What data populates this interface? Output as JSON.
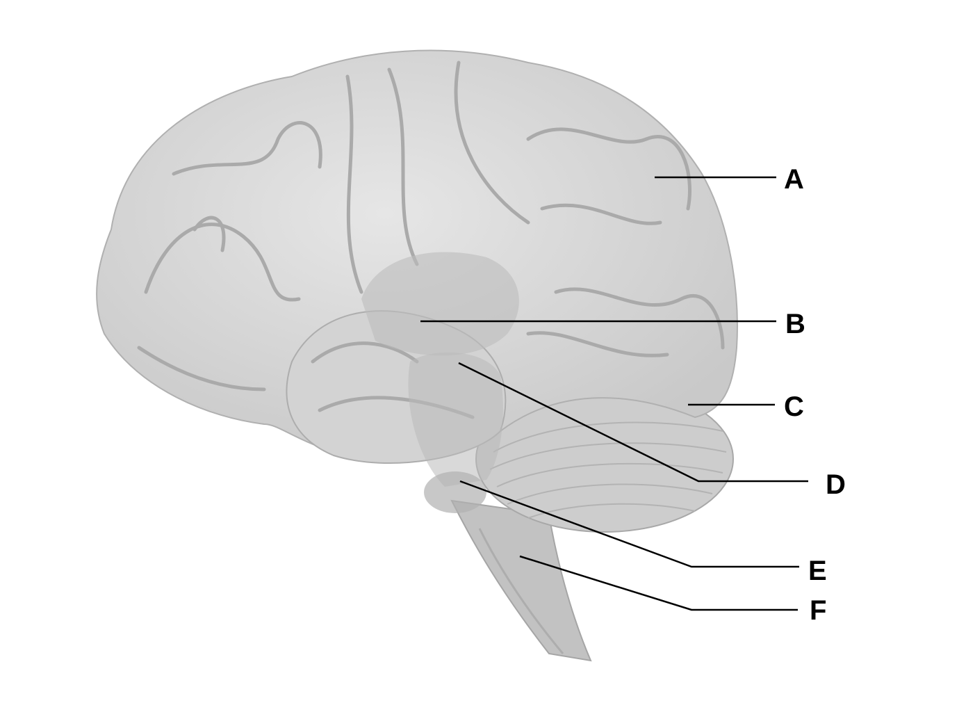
{
  "diagram": {
    "subject": "brain-lateral-view",
    "colors": {
      "brain": "#d9d9d9",
      "shadow": "#b5b5b5",
      "gyrus_line": "#a8a8a8",
      "inner": "#c4c4c4",
      "leader": "#000000"
    },
    "labels": [
      {
        "id": "A",
        "text": "A"
      },
      {
        "id": "B",
        "text": "B"
      },
      {
        "id": "C",
        "text": "C"
      },
      {
        "id": "D",
        "text": "D"
      },
      {
        "id": "E",
        "text": "E"
      },
      {
        "id": "F",
        "text": "F"
      }
    ]
  }
}
